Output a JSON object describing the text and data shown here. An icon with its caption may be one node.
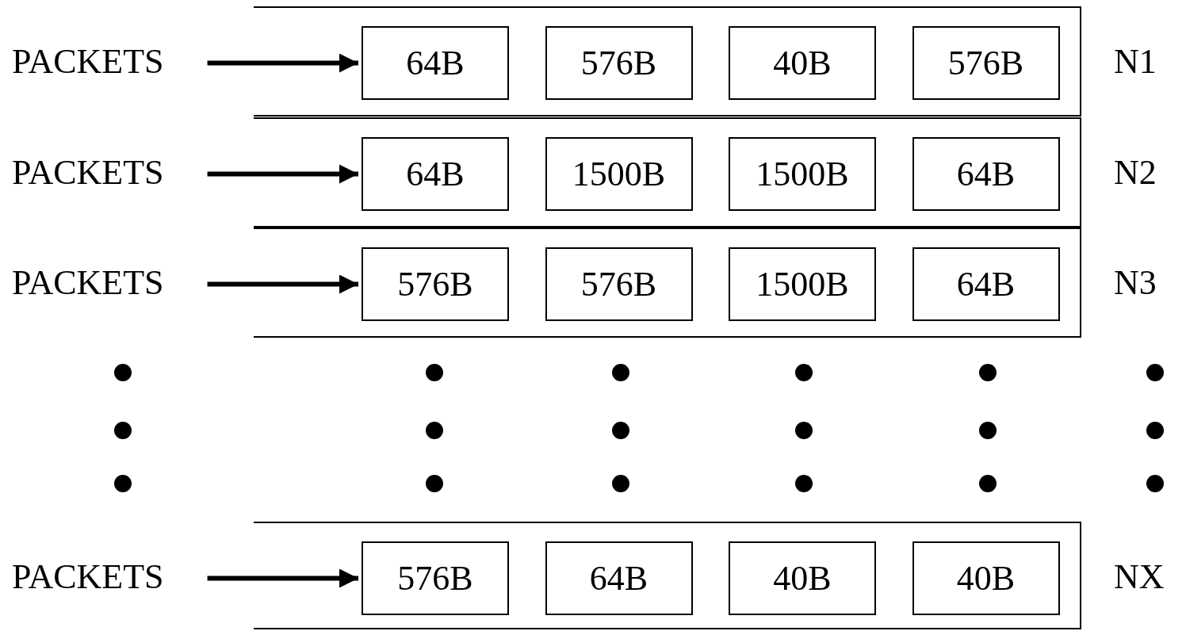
{
  "diagram": {
    "nodes": [
      {
        "text": [
          "PACKETS"
        ]
      },
      {
        "text": [],
        "shape": "box",
        "beside": [
          "N1"
        ]
      },
      {
        "text": [
          "64B"
        ],
        "in": 1
      },
      {
        "text": [
          "576B"
        ],
        "in": 1
      },
      {
        "text": [
          "40B"
        ],
        "in": 1
      },
      {
        "text": [
          "576B"
        ],
        "in": 1
      },
      {
        "text": [
          "PACKETS"
        ]
      },
      {
        "text": [],
        "shape": "box",
        "beside": [
          "N2"
        ]
      },
      {
        "text": [
          "64B"
        ],
        "in": 7
      },
      {
        "text": [
          "1500B"
        ],
        "in": 7
      },
      {
        "text": [
          "1500B"
        ],
        "in": 7
      },
      {
        "text": [
          "64B"
        ],
        "in": 7
      },
      {
        "text": [
          "PACKETS"
        ]
      },
      {
        "text": [],
        "shape": "box",
        "beside": [
          "N3"
        ]
      },
      {
        "text": [
          "576B"
        ],
        "in": 13
      },
      {
        "text": [
          "576B"
        ],
        "in": 13
      },
      {
        "text": [
          "1500B"
        ],
        "in": 13
      },
      {
        "text": [
          "64B"
        ],
        "in": 13
      },
      {
        "text": [
          "PACKETS"
        ]
      },
      {
        "text": [],
        "shape": "box",
        "beside": [
          "NX"
        ]
      },
      {
        "text": [
          "576B"
        ],
        "in": 19
      },
      {
        "text": [
          "64B"
        ],
        "in": 19
      },
      {
        "text": [
          "40B"
        ],
        "in": 19
      },
      {
        "text": [
          "40B"
        ],
        "in": 19
      }
    ],
    "edges": [
      {
        "from": 0,
        "to": 2,
        "arrow": "to"
      },
      {
        "from": 6,
        "to": 8,
        "arrow": "to"
      },
      {
        "from": 12,
        "to": 14,
        "arrow": "to"
      },
      {
        "from": 18,
        "to": 20,
        "arrow": "to"
      }
    ]
  }
}
